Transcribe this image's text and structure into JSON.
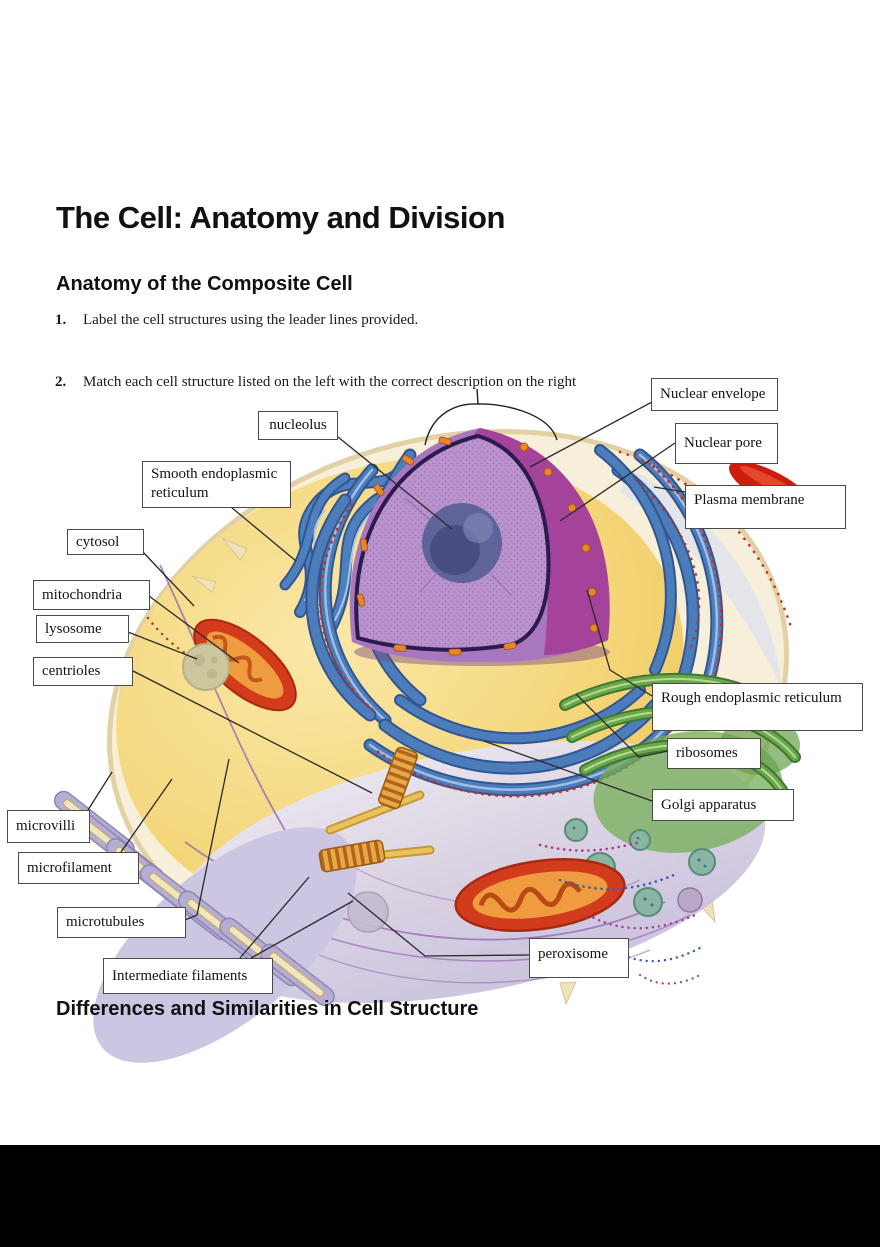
{
  "page": {
    "title": "The Cell: Anatomy and Division",
    "section1_heading": "Anatomy of the Composite Cell",
    "items": [
      {
        "num": "1.",
        "text": "Label the cell structures using the leader lines provided."
      },
      {
        "num": "2.",
        "text": "Match each cell structure listed on the left with the correct description on the right"
      }
    ],
    "section2_heading": "Differences and Similarities in Cell Structure"
  },
  "figure": {
    "labels": {
      "nucleolus": "nucleolus",
      "nuclear_envelope": "Nuclear envelope",
      "nuclear_pore": "Nuclear pore",
      "plasma_membrane": "Plasma membrane",
      "smooth_er": "Smooth endoplasmic reticulum",
      "cytosol": "cytosol",
      "mitochondria": "mitochondria",
      "lysosome": "lysosome",
      "centrioles": "centrioles",
      "rough_er": "Rough endoplasmic reticulum",
      "ribosomes": "ribosomes",
      "golgi": "Golgi apparatus",
      "microvilli": "microvilli",
      "microfilament": "microfilament",
      "microtubules": "microtubules",
      "intermediate_filaments": "Intermediate filaments",
      "peroxisome": "peroxisome"
    },
    "colors": {
      "nucleus_purple": "#a877bd",
      "nucleolus_blue": "#4a4d80",
      "er_blue": "#4d7cba",
      "golgi_green": "#6aa84f",
      "mitochondria_red": "#d23c1c",
      "cytoplasm_yellow": "#f2cf6a",
      "membrane_cream": "#f7efda",
      "microvilli_lavender": "#b5aed2",
      "ribosome_red": "#c13026"
    }
  }
}
